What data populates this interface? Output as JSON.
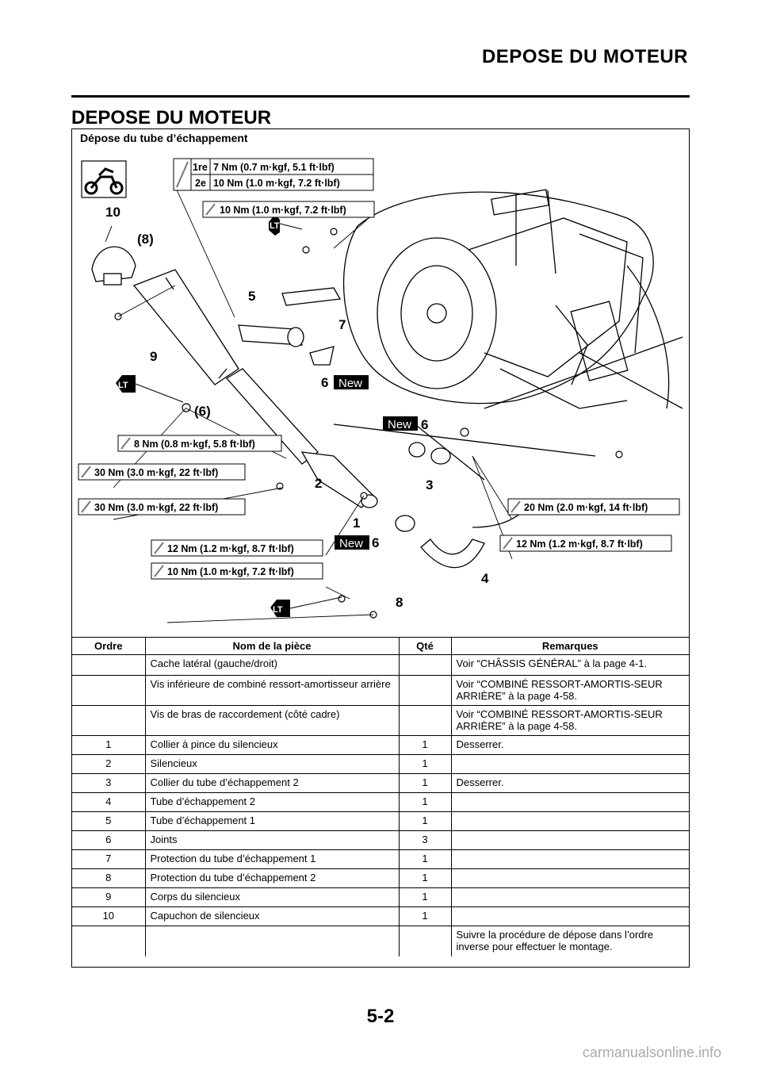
{
  "header": {
    "title": "DEPOSE DU MOTEUR"
  },
  "section": {
    "title": "DEPOSE DU MOTEUR"
  },
  "diagram": {
    "subtitle": "Dépose du tube d’échappement",
    "torques": {
      "t1_step1": "1re",
      "t1_val1": "7 Nm (0.7 m·kgf, 5.1 ft·lbf)",
      "t1_step2": "2e",
      "t1_val2": "10 Nm (1.0 m·kgf, 7.2 ft·lbf)",
      "t2": "10 Nm (1.0 m·kgf, 7.2 ft·lbf)",
      "t3": "8 Nm (0.8 m·kgf, 5.8 ft·lbf)",
      "t4": "30 Nm (3.0 m·kgf, 22 ft·lbf)",
      "t5": "30 Nm (3.0 m·kgf, 22 ft·lbf)",
      "t6": "20 Nm (2.0 m·kgf, 14 ft·lbf)",
      "t7": "12 Nm (1.2 m·kgf, 8.7 ft·lbf)",
      "t8": "12 Nm (1.2 m·kgf, 8.7 ft·lbf)",
      "t9": "10 Nm (1.0 m·kgf, 7.2 ft·lbf)"
    },
    "callouts": {
      "n10": "10",
      "n8p": "(8)",
      "n5": "5",
      "n7": "7",
      "n9": "9",
      "n6a": "6",
      "n6p": "(6)",
      "n6b": "6",
      "n2": "2",
      "n3": "3",
      "n1": "1",
      "n6c": "6",
      "n4": "4",
      "n8": "8"
    },
    "new_label": "New",
    "lt_label": "LT"
  },
  "table": {
    "headers": [
      "Ordre",
      "Nom de la pièce",
      "Qté",
      "Remarques"
    ],
    "rows": [
      [
        "",
        "Cache latéral (gauche/droit)",
        "",
        "Voir “CHÂSSIS GÉNÉRAL” à la page 4-1."
      ],
      [
        "",
        "Vis inférieure de combiné ressort-amortisseur arrière",
        "",
        "Voir “COMBINÉ RESSORT-AMORTIS-SEUR ARRIÈRE” à la page 4-58."
      ],
      [
        "",
        "Vis de bras de raccordement (côté cadre)",
        "",
        "Voir “COMBINÉ RESSORT-AMORTIS-SEUR ARRIÈRE” à la page 4-58."
      ],
      [
        "1",
        "Collier à pince du silencieux",
        "1",
        "Desserrer."
      ],
      [
        "2",
        "Silencieux",
        "1",
        ""
      ],
      [
        "3",
        "Collier du tube d’échappement 2",
        "1",
        "Desserrer."
      ],
      [
        "4",
        "Tube d’échappement 2",
        "1",
        ""
      ],
      [
        "5",
        "Tube d’échappement 1",
        "1",
        ""
      ],
      [
        "6",
        "Joints",
        "3",
        ""
      ],
      [
        "7",
        "Protection du tube d’échappement 1",
        "1",
        ""
      ],
      [
        "8",
        "Protection du tube d’échappement 2",
        "1",
        ""
      ],
      [
        "9",
        "Corps du silencieux",
        "1",
        ""
      ],
      [
        "10",
        "Capuchon de silencieux",
        "1",
        ""
      ],
      [
        "",
        "",
        "",
        "Suivre la procédure de dépose dans l’ordre inverse pour effectuer le montage."
      ]
    ]
  },
  "footer": {
    "page_number": "5-2",
    "watermark": "carmanualsonline.info"
  }
}
